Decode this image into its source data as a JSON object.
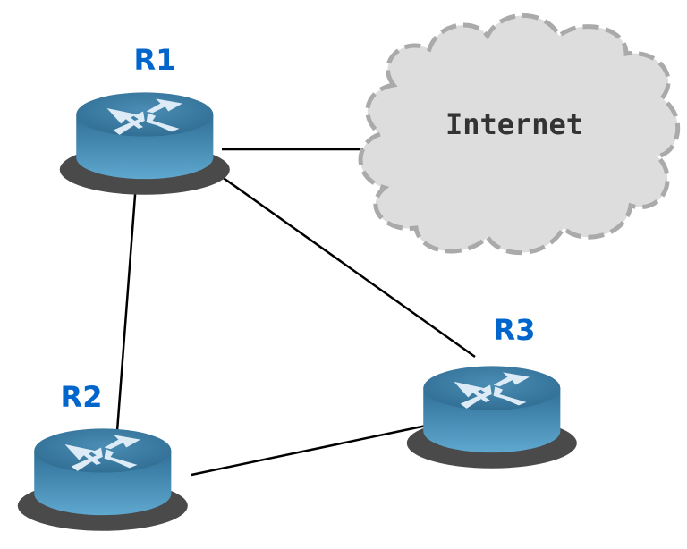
{
  "diagram": {
    "cloud": {
      "label": "Internet"
    },
    "routers": [
      {
        "id": "r1",
        "label": "R1"
      },
      {
        "id": "r2",
        "label": "R2"
      },
      {
        "id": "r3",
        "label": "R3"
      }
    ],
    "links": [
      {
        "from": "R1",
        "to": "Internet"
      },
      {
        "from": "R1",
        "to": "R2"
      },
      {
        "from": "R1",
        "to": "R3"
      },
      {
        "from": "R2",
        "to": "R3"
      }
    ],
    "colors": {
      "label": "#0066cc",
      "router_top": "#3f7fa4",
      "router_side": "#4e95bd",
      "shadow": "#4a4a4a",
      "cloud_fill": "#dddddd",
      "cloud_outline": "#aaaaaa",
      "link": "#000000"
    }
  }
}
